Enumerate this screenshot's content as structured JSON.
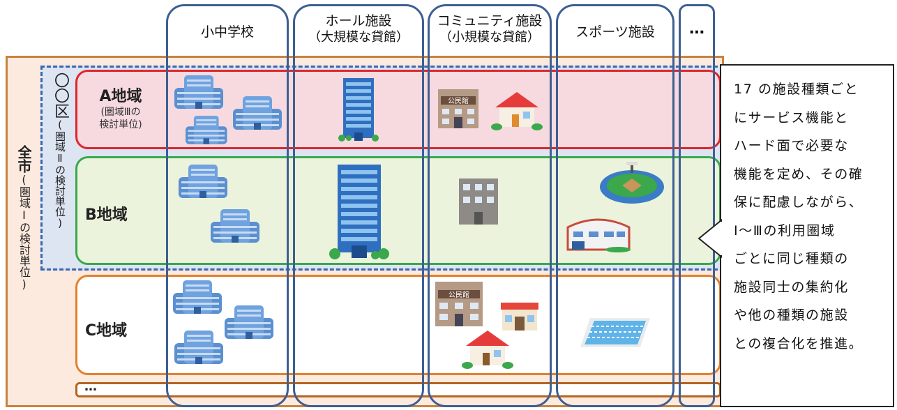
{
  "columns": [
    {
      "line1": "小中学校",
      "line2": ""
    },
    {
      "line1": "ホール施設",
      "line2": "（大規模な貸館）"
    },
    {
      "line1": "コミュニティ施設",
      "line2": "（小規模な貸館）"
    },
    {
      "line1": "スポーツ施設",
      "line2": ""
    },
    {
      "line1": "…",
      "line2": ""
    }
  ],
  "city_label": "全市",
  "city_sub": "(圏域Ⅰの検討単位)",
  "ward_label": "〇〇区",
  "ward_sub": "(圏域Ⅱの検討単位)",
  "regions": {
    "a": {
      "label": "A地域",
      "sub1": "(圏域Ⅲの",
      "sub2": "検討単位)"
    },
    "b": {
      "label": "B地域"
    },
    "c": {
      "label": "C地域"
    },
    "more": {
      "label": "…"
    }
  },
  "callout_lines": [
    "17 の施設種類ごと",
    "にサービス機能と",
    "ハード面で必要な",
    "機能を定め、その確",
    "保に配慮しながら、",
    "Ⅰ～Ⅲの利用圏域",
    "ごとに同じ種類の",
    "施設同士の集約化",
    "や他の種類の施設",
    "との複合化を推進。"
  ],
  "building_labels": {
    "community_hall_a": "公民館",
    "community_hall_c": "公民館"
  },
  "colors": {
    "city_border": "#c9823f",
    "ward_border": "#3a66b0",
    "region_a": "#e0262c",
    "region_b": "#3aa84b",
    "region_c": "#e3812d",
    "column_border": "#3e5f92",
    "school_blue": "#5b8fd0"
  },
  "icons": [
    "school-building-icon",
    "tower-hall-icon",
    "community-hall-icon",
    "house-icon",
    "stadium-icon",
    "gymnasium-icon",
    "swimming-pool-icon",
    "office-building-icon",
    "callout-arrow-icon"
  ]
}
